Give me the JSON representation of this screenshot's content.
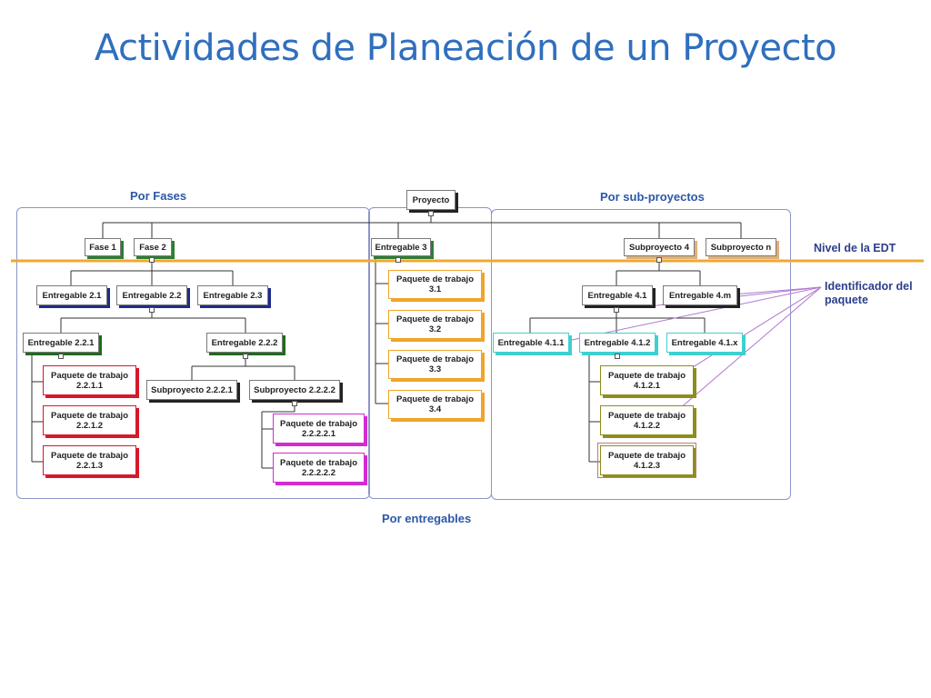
{
  "title": "Actividades de Planeación de un Proyecto",
  "sections": {
    "fases": "Por Fases",
    "sub": "Por sub-proyectos",
    "entregables": "Por entregables"
  },
  "annotations": {
    "nivel": "Nivel de la EDT",
    "identificador": "Identificador del\npaquete"
  },
  "colors": {
    "title": "#2f6fbe",
    "level_line": "#f0a830",
    "frame": "#8d94c9",
    "pointer": "#b07ad0"
  },
  "nodes": {
    "proyecto": "Proyecto",
    "fase1": "Fase 1",
    "fase2": "Fase 2",
    "ent3": "Entregable 3",
    "sub4": "Subproyecto 4",
    "subn": "Subproyecto n",
    "ent21": "Entregable 2.1",
    "ent22": "Entregable 2.2",
    "ent23": "Entregable 2.3",
    "ent221": "Entregable 2.2.1",
    "ent222": "Entregable 2.2.2",
    "pt2211": "Paquete de trabajo\n2.2.1.1",
    "pt2212": "Paquete de trabajo\n2.2.1.2",
    "pt2213": "Paquete de trabajo\n2.2.1.3",
    "sp2221": "Subproyecto 2.2.2.1",
    "sp2222": "Subproyecto 2.2.2.2",
    "pt22221": "Paquete de trabajo\n2.2.2.2.1",
    "pt22222": "Paquete de trabajo\n2.2.2.2.2",
    "pt31": "Paquete de trabajo\n3.1",
    "pt32": "Paquete de trabajo\n3.2",
    "pt33": "Paquete de trabajo\n3.3",
    "pt34": "Paquete de trabajo\n3.4",
    "ent41": "Entregable 4.1",
    "ent4m": "Entregable 4.m",
    "ent411": "Entregable 4.1.1",
    "ent412": "Entregable 4.1.2",
    "ent41x": "Entregable 4.1.x",
    "pt4121": "Paquete de trabajo\n4.1.2.1",
    "pt4122": "Paquete de trabajo\n4.1.2.2",
    "pt4123": "Paquete de trabajo\n4.1.2.3"
  }
}
